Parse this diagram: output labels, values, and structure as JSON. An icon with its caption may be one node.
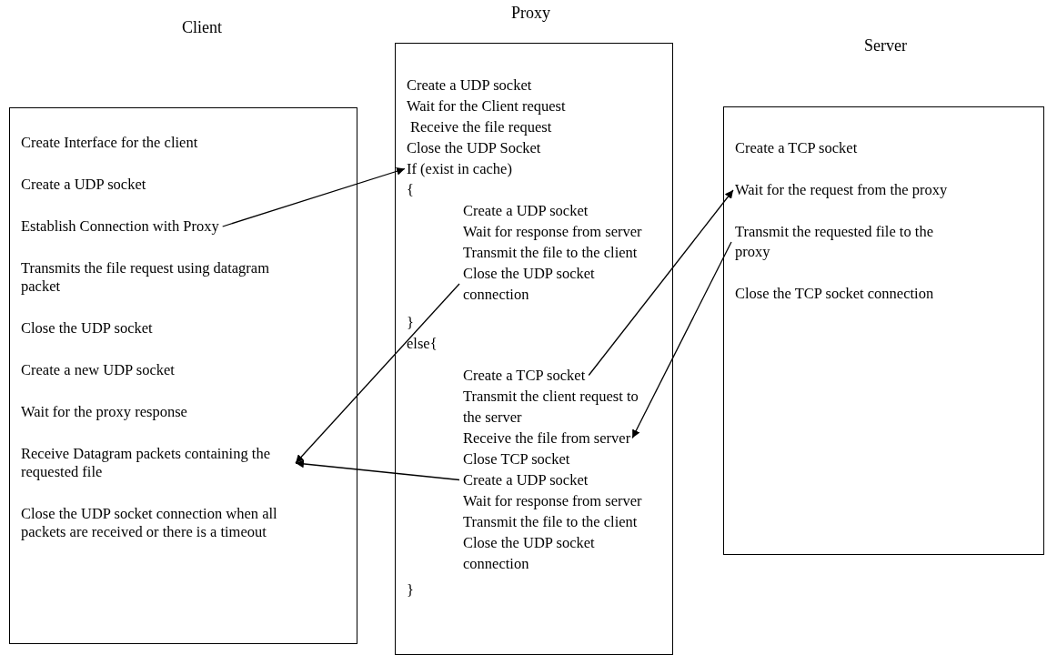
{
  "diagram": {
    "nodes": [
      {
        "text": [
          "Client"
        ]
      },
      {
        "text": [
          "Create Interface for the client"
        ],
        "in": 0
      },
      {
        "text": [
          "Create a UDP socket"
        ],
        "in": 0
      },
      {
        "text": [
          "Establish Connection with Proxy"
        ],
        "in": 0
      },
      {
        "text": [
          "Transmits the file request using datagram packet"
        ],
        "in": 0
      },
      {
        "text": [
          "Close the UDP socket"
        ],
        "in": 0
      },
      {
        "text": [
          "Create a new UDP socket"
        ],
        "in": 0
      },
      {
        "text": [
          "Wait for the proxy response"
        ],
        "in": 0
      },
      {
        "text": [
          "Receive Datagram packets containing the requested file"
        ],
        "in": 0
      },
      {
        "text": [
          "Close the UDP socket connection when all packets are received or there is a timeout"
        ],
        "in": 0
      },
      {
        "text": [
          "Proxy"
        ]
      },
      {
        "text": [
          "Create a UDP socket"
        ],
        "in": 10
      },
      {
        "text": [
          "Wait for the Client request"
        ],
        "in": 10
      },
      {
        "text": [
          "Receive the file request"
        ],
        "in": 10
      },
      {
        "text": [
          "Close the UDP Socket"
        ],
        "in": 10
      },
      {
        "text": [
          "If (exist in cache)"
        ],
        "in": 10
      },
      {
        "text": [
          "{"
        ],
        "in": 10
      },
      {
        "text": [
          "Create a UDP socket"
        ],
        "in": 10
      },
      {
        "text": [
          "Wait for response from server"
        ],
        "in": 10
      },
      {
        "text": [
          "Transmit the file to the client"
        ],
        "in": 10
      },
      {
        "text": [
          "Close the UDP socket connection"
        ],
        "in": 10
      },
      {
        "text": [
          "}"
        ],
        "in": 10
      },
      {
        "text": [
          "else{"
        ],
        "in": 10
      },
      {
        "text": [
          "Create a TCP socket"
        ],
        "in": 10
      },
      {
        "text": [
          "Transmit the client request to the server"
        ],
        "in": 10
      },
      {
        "text": [
          "Receive the file from server"
        ],
        "in": 10
      },
      {
        "text": [
          "Close TCP socket"
        ],
        "in": 10
      },
      {
        "text": [
          "Create a UDP socket"
        ],
        "in": 10
      },
      {
        "text": [
          "Wait for response from server"
        ],
        "in": 10
      },
      {
        "text": [
          "Transmit the file to the client"
        ],
        "in": 10
      },
      {
        "text": [
          "Close the UDP socket connection"
        ],
        "in": 10
      },
      {
        "text": [
          "}"
        ],
        "in": 10
      },
      {
        "text": [
          "Server"
        ]
      },
      {
        "text": [
          "Create a TCP socket"
        ],
        "in": 32
      },
      {
        "text": [
          "Wait for the request from the proxy"
        ],
        "in": 32
      },
      {
        "text": [
          "Transmit the requested file to the proxy"
        ],
        "in": 32
      },
      {
        "text": [
          "Close the TCP socket connection"
        ],
        "in": 32
      }
    ],
    "edges": [
      {
        "from": 3,
        "to": 15,
        "arrow": "to"
      },
      {
        "from": 20,
        "to": 8,
        "arrow": "to"
      },
      {
        "from": 27,
        "to": 8,
        "arrow": "to"
      },
      {
        "from": 23,
        "to": 34,
        "arrow": "to"
      },
      {
        "from": 35,
        "to": 25,
        "arrow": "to"
      }
    ]
  }
}
